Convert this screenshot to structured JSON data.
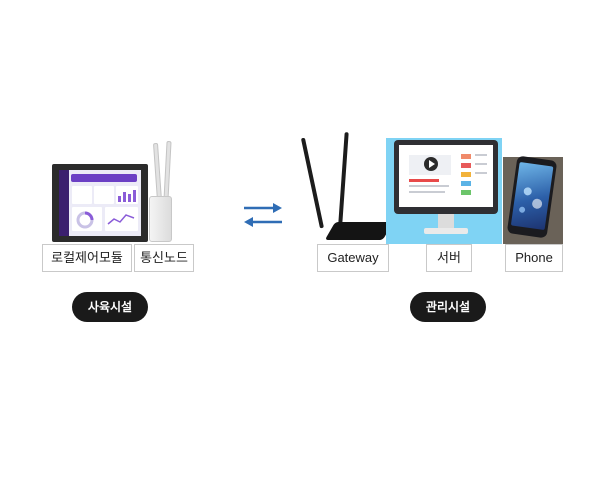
{
  "left_group": {
    "devices": [
      {
        "label": "로컬제어모듈"
      },
      {
        "label": "통신노드"
      }
    ],
    "pill": "사육시설"
  },
  "right_group": {
    "devices": [
      {
        "label": "Gateway"
      },
      {
        "label": "서버"
      },
      {
        "label": "Phone"
      }
    ],
    "pill": "관리시설"
  },
  "colors": {
    "arrow": "#2f6db5",
    "pill_bg": "#1a1a1a",
    "label_border": "#c9c9c9"
  }
}
